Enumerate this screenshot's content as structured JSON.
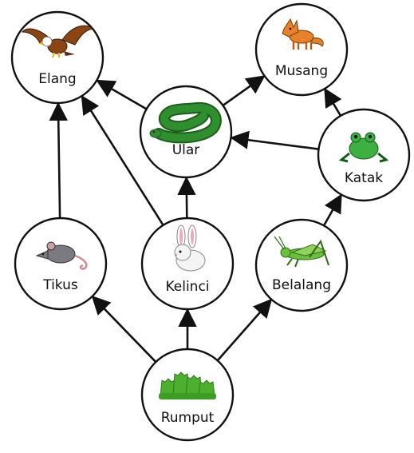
{
  "food_web": {
    "organisms": [
      {
        "id": "elang",
        "label": "Elang",
        "icon": "eagle-icon",
        "color": "#8b4513"
      },
      {
        "id": "musang",
        "label": "Musang",
        "icon": "fox-icon",
        "color": "#e8822a"
      },
      {
        "id": "ular",
        "label": "Ular",
        "icon": "snake-icon",
        "color": "#2f8f2f"
      },
      {
        "id": "katak",
        "label": "Katak",
        "icon": "frog-icon",
        "color": "#3cb043"
      },
      {
        "id": "tikus",
        "label": "Tikus",
        "icon": "rat-icon",
        "color": "#7a7a80"
      },
      {
        "id": "kelinci",
        "label": "Kelinci",
        "icon": "rabbit-icon",
        "color": "#f4f4f4"
      },
      {
        "id": "belalang",
        "label": "Belalang",
        "icon": "grasshopper-icon",
        "color": "#6cbf3c"
      },
      {
        "id": "rumput",
        "label": "Rumput",
        "icon": "grass-icon",
        "color": "#4caf2e"
      }
    ],
    "arrows": [
      {
        "from": "rumput",
        "to": "tikus"
      },
      {
        "from": "rumput",
        "to": "kelinci"
      },
      {
        "from": "rumput",
        "to": "belalang"
      },
      {
        "from": "tikus",
        "to": "elang"
      },
      {
        "from": "kelinci",
        "to": "elang"
      },
      {
        "from": "kelinci",
        "to": "ular"
      },
      {
        "from": "belalang",
        "to": "katak"
      },
      {
        "from": "katak",
        "to": "ular"
      },
      {
        "from": "katak",
        "to": "musang"
      },
      {
        "from": "ular",
        "to": "elang"
      },
      {
        "from": "ular",
        "to": "musang"
      }
    ]
  }
}
